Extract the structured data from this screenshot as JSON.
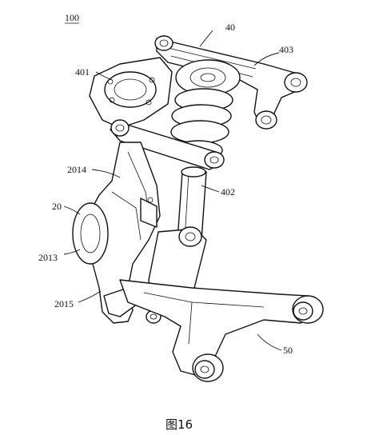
{
  "figure": {
    "assembly_label": "100",
    "caption": "图16",
    "labels": {
      "l40": "40",
      "l403": "403",
      "l401": "401",
      "l2014": "2014",
      "l402": "402",
      "l20": "20",
      "l2013": "2013",
      "l2015": "2015",
      "l50": "50"
    }
  }
}
